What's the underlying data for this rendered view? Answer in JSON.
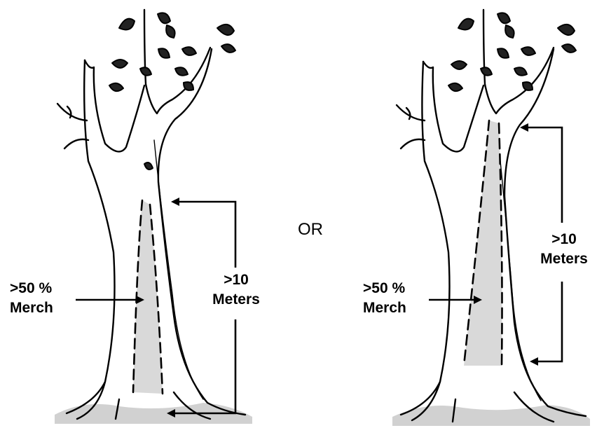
{
  "separator": "OR",
  "left_tree": {
    "merch_label": [
      ">50 %",
      "Merch"
    ],
    "height_label": [
      ">10",
      "Meters"
    ]
  },
  "right_tree": {
    "merch_label": [
      ">50 %",
      "Merch"
    ],
    "height_label": [
      ">10",
      "Meters"
    ]
  },
  "colors": {
    "ink": "#000000",
    "rot_fill": "#d9d9d9",
    "ground": "#9a9a9a"
  }
}
